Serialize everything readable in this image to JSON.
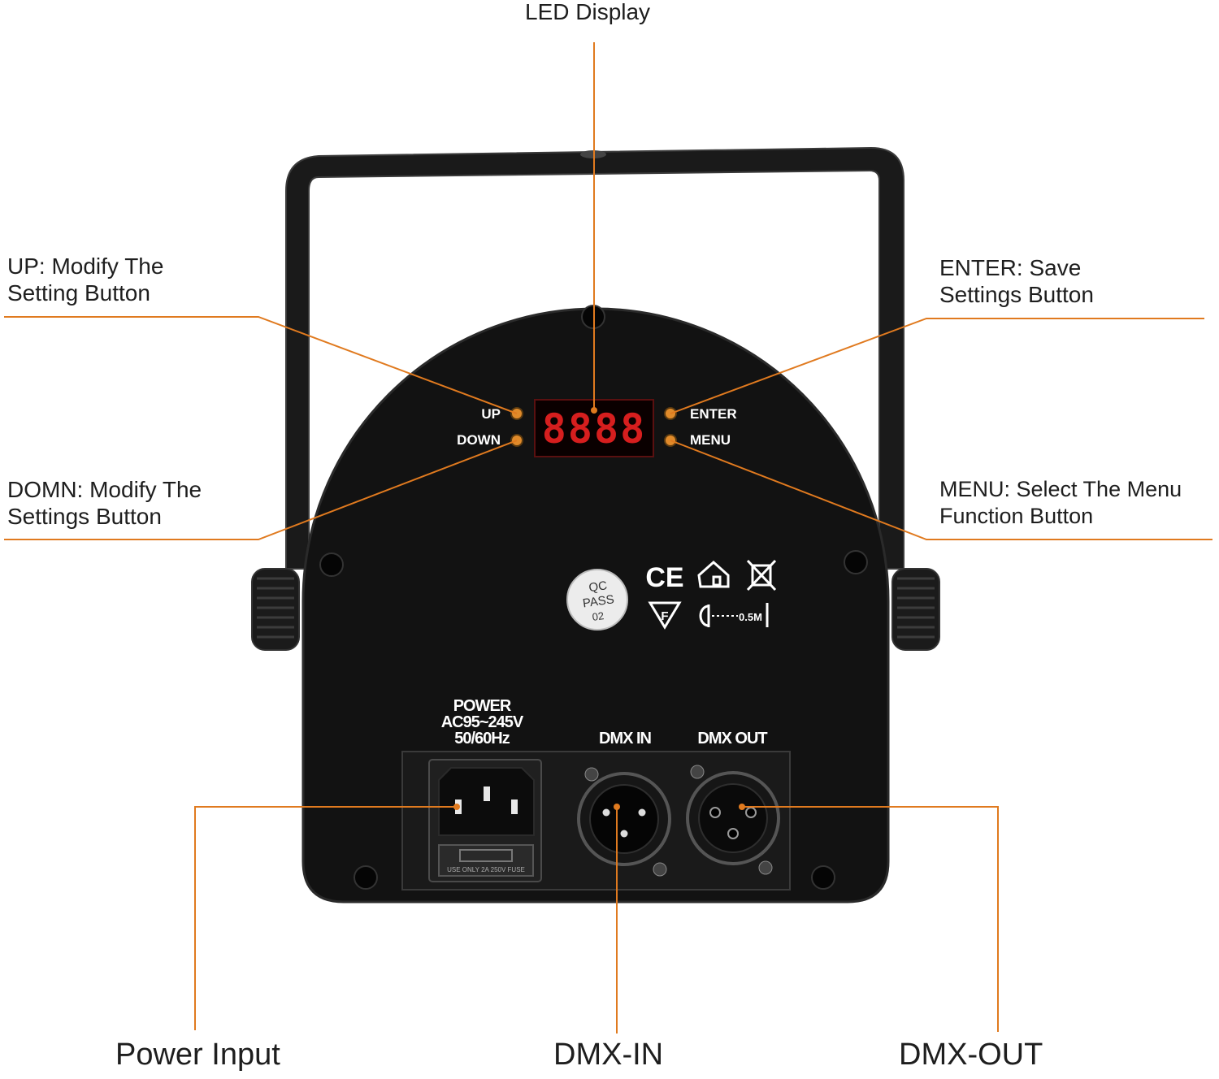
{
  "colors": {
    "leader": "#e07a1f",
    "housing": "#121212",
    "led_red": "#d61e1e",
    "indicator": "#e08a2a",
    "label_text": "#ffffff",
    "callout_text": "#1e1e1e"
  },
  "callouts": {
    "led_display": "LED Display",
    "up_line1": "UP: Modify The",
    "up_line2": "Setting Button",
    "down_line1": "DOMN: Modify The",
    "down_line2": "Settings Button",
    "enter_line1": "ENTER: Save",
    "enter_line2": "Settings Button",
    "menu_line1": "MENU: Select The Menu",
    "menu_line2": "Function Button",
    "power_input": "Power Input",
    "dmx_in": "DMX-IN",
    "dmx_out": "DMX-OUT"
  },
  "panel": {
    "display_digits": "8888",
    "btn_up": "UP",
    "btn_down": "DOWN",
    "btn_enter": "ENTER",
    "btn_menu": "MENU",
    "power_line1": "POWER",
    "power_line2": "AC95~245V",
    "power_line3": "50/60Hz",
    "dmx_in_label": "DMX IN",
    "dmx_out_label": "DMX OUT",
    "qc_line1": "QC",
    "qc_line2": "PASS",
    "qc_line3": "02",
    "ce_mark": "CE",
    "f_mark": "F",
    "distance_mark": "0.5M",
    "fuse_text": "USE ONLY 2A 250V FUSE"
  }
}
